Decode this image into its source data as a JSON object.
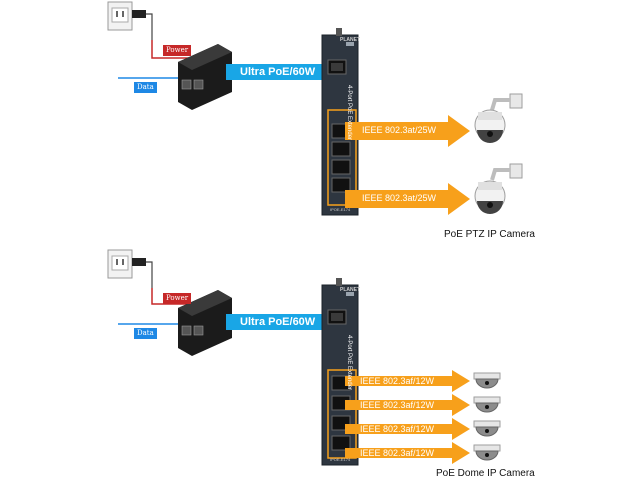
{
  "panels": [
    {
      "power_label": "Power",
      "data_label": "Data",
      "uplink_label": "Ultra PoE/60W",
      "port_labels": [
        "IEEE 802.3at/25W",
        "IEEE 802.3at/25W"
      ],
      "caption": "PoE PTZ IP Camera",
      "device_brand": "PLANET",
      "device_name": "4-Port PoE Extender",
      "device_model": "IPOE-E174"
    },
    {
      "power_label": "Power",
      "data_label": "Data",
      "uplink_label": "Ultra PoE/60W",
      "port_labels": [
        "IEEE 802.3af/12W",
        "IEEE 802.3af/12W",
        "IEEE 802.3af/12W",
        "IEEE 802.3af/12W"
      ],
      "caption": "PoE Dome IP Camera",
      "device_brand": "PLANET",
      "device_name": "4-Port PoE Extender",
      "device_model": "IPOE-E174"
    }
  ],
  "colors": {
    "uplink_arrow": "#19a6e6",
    "port_arrow": "#f7a01b",
    "power_tag": "#c62828",
    "data_tag": "#1e88e5",
    "device_body": "#2e3640"
  },
  "icons": [
    "power-outlet-icon",
    "poe-injector-icon",
    "ptz-camera-icon",
    "dome-camera-icon"
  ]
}
